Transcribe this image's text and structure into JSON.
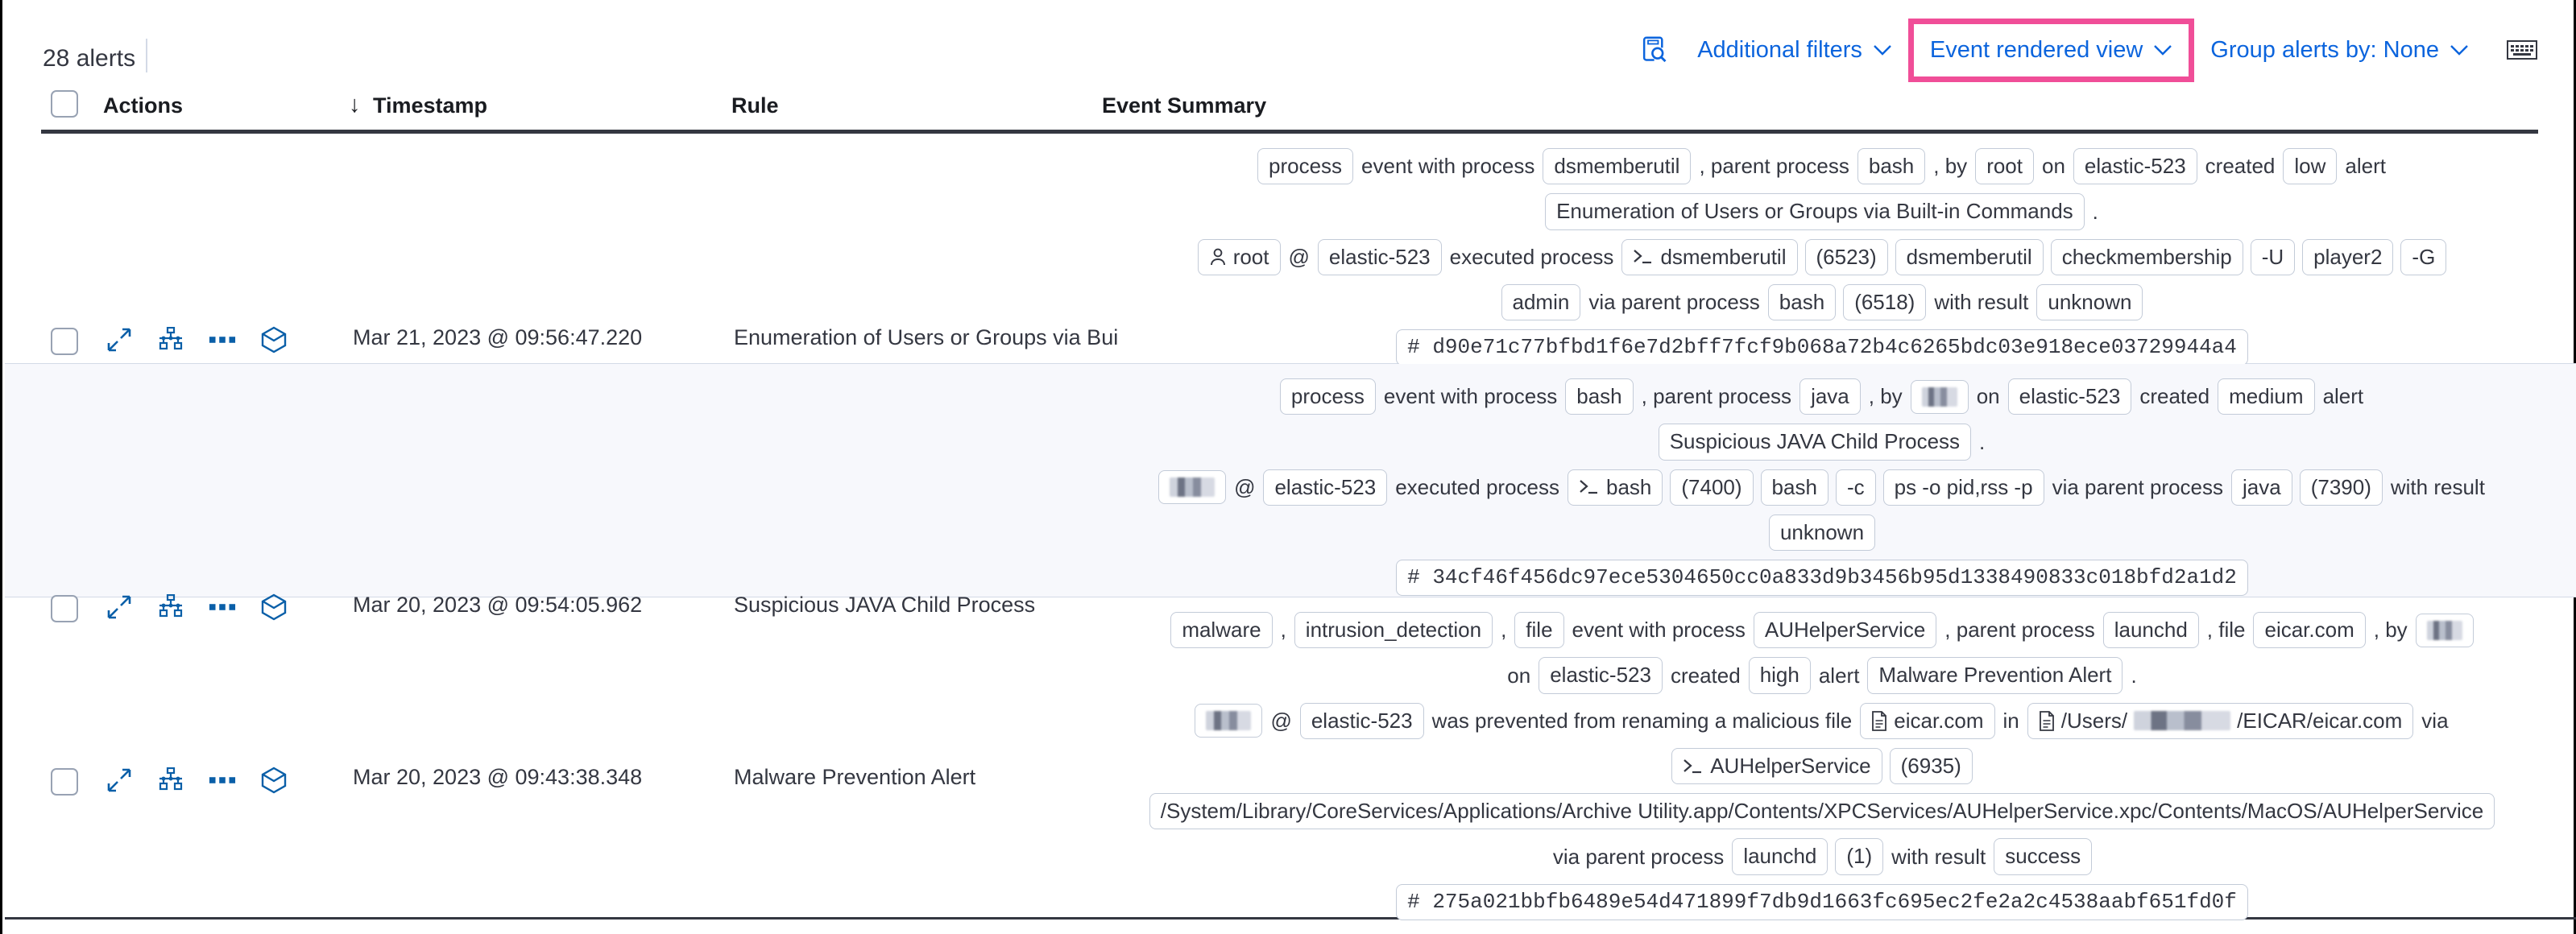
{
  "toolbar": {
    "alert_count": "28 alerts",
    "inspect_icon": "inspect-query-icon",
    "additional_filters": "Additional filters",
    "event_rendered_view": "Event rendered view",
    "group_alerts_by": "Group alerts by: None",
    "keyboard_icon": "keyboard-icon",
    "chevron": "⌄",
    "highlight_color": "#f04e98",
    "link_color": "#0b64dd"
  },
  "table": {
    "columns": {
      "checkbox": "select-all",
      "actions": "Actions",
      "timestamp": "Timestamp",
      "sort_arrow": "↓",
      "rule": "Rule",
      "event_summary": "Event Summary"
    },
    "row_action_icons": [
      "expand-icon",
      "analyze-event-icon",
      "more-actions-icon",
      "session-view-icon"
    ]
  },
  "rows": [
    {
      "timestamp": "Mar 21, 2023 @ 09:56:47.220",
      "rule": "Enumeration of Users or Groups via Bui",
      "lines": [
        [
          {
            "t": "chip",
            "v": "process"
          },
          {
            "t": "txt",
            "v": "event with process"
          },
          {
            "t": "chip",
            "v": "dsmemberutil"
          },
          {
            "t": "txt",
            "v": ", parent process"
          },
          {
            "t": "chip",
            "v": "bash"
          },
          {
            "t": "txt",
            "v": ", by"
          },
          {
            "t": "chip",
            "v": "root"
          },
          {
            "t": "txt",
            "v": "on"
          },
          {
            "t": "chip",
            "v": "elastic-523"
          },
          {
            "t": "txt",
            "v": "created"
          },
          {
            "t": "chip",
            "v": "low"
          },
          {
            "t": "txt",
            "v": "alert"
          }
        ],
        [
          {
            "t": "chip",
            "v": "Enumeration of Users or Groups via Built-in Commands"
          },
          {
            "t": "txt",
            "v": "."
          }
        ],
        [
          {
            "t": "chip",
            "v": "root",
            "icon": "user-icon"
          },
          {
            "t": "txt",
            "v": "@"
          },
          {
            "t": "chip",
            "v": "elastic-523"
          },
          {
            "t": "txt",
            "v": "executed process"
          },
          {
            "t": "chip",
            "v": "dsmemberutil",
            "icon": "console-icon"
          },
          {
            "t": "chip",
            "v": "(6523)"
          },
          {
            "t": "chip",
            "v": "dsmemberutil"
          },
          {
            "t": "chip",
            "v": "checkmembership"
          },
          {
            "t": "chip",
            "v": "-U"
          },
          {
            "t": "chip",
            "v": "player2"
          },
          {
            "t": "chip",
            "v": "-G"
          }
        ],
        [
          {
            "t": "chip",
            "v": "admin"
          },
          {
            "t": "txt",
            "v": "via parent process"
          },
          {
            "t": "chip",
            "v": "bash"
          },
          {
            "t": "chip",
            "v": "(6518)"
          },
          {
            "t": "txt",
            "v": "with result"
          },
          {
            "t": "chip",
            "v": "unknown"
          }
        ],
        [
          {
            "t": "chip",
            "v": "#  d90e71c77bfbd1f6e7d2bff7fcf9b068a72b4c6265bdc03e918ece03729944a4",
            "hash": true
          }
        ]
      ]
    },
    {
      "timestamp": "Mar 20, 2023 @ 09:54:05.962",
      "rule": "Suspicious JAVA Child Process",
      "lines": [
        [
          {
            "t": "chip",
            "v": "process"
          },
          {
            "t": "txt",
            "v": "event with process"
          },
          {
            "t": "chip",
            "v": "bash"
          },
          {
            "t": "txt",
            "v": ", parent process"
          },
          {
            "t": "chip",
            "v": "java"
          },
          {
            "t": "txt",
            "v": ", by"
          },
          {
            "t": "chip",
            "v": "",
            "redact": "w1"
          },
          {
            "t": "txt",
            "v": "on"
          },
          {
            "t": "chip",
            "v": "elastic-523"
          },
          {
            "t": "txt",
            "v": "created"
          },
          {
            "t": "chip",
            "v": "medium"
          },
          {
            "t": "txt",
            "v": "alert"
          }
        ],
        [
          {
            "t": "chip",
            "v": "Suspicious JAVA Child Process"
          },
          {
            "t": "txt",
            "v": "."
          }
        ],
        [
          {
            "t": "chip",
            "v": "",
            "redact": "w2"
          },
          {
            "t": "txt",
            "v": "@"
          },
          {
            "t": "chip",
            "v": "elastic-523"
          },
          {
            "t": "txt",
            "v": "executed process"
          },
          {
            "t": "chip",
            "v": "bash",
            "icon": "console-icon"
          },
          {
            "t": "chip",
            "v": "(7400)"
          },
          {
            "t": "chip",
            "v": "bash"
          },
          {
            "t": "chip",
            "v": "-c"
          },
          {
            "t": "chip",
            "v": "ps -o pid,rss -p"
          },
          {
            "t": "txt",
            "v": "via parent process"
          },
          {
            "t": "chip",
            "v": "java"
          },
          {
            "t": "chip",
            "v": "(7390)"
          },
          {
            "t": "txt",
            "v": "with result"
          }
        ],
        [
          {
            "t": "chip",
            "v": "unknown"
          }
        ],
        [
          {
            "t": "chip",
            "v": "#  34cf46f456dc97ece5304650cc0a833d9b3456b95d1338490833c018bfd2a1d2",
            "hash": true
          }
        ]
      ]
    },
    {
      "timestamp": "Mar 20, 2023 @ 09:43:38.348",
      "rule": "Malware Prevention Alert",
      "lines": [
        [
          {
            "t": "chip",
            "v": "malware"
          },
          {
            "t": "txt",
            "v": ","
          },
          {
            "t": "chip",
            "v": "intrusion_detection"
          },
          {
            "t": "txt",
            "v": ","
          },
          {
            "t": "chip",
            "v": "file"
          },
          {
            "t": "txt",
            "v": "event with process"
          },
          {
            "t": "chip",
            "v": "AUHelperService"
          },
          {
            "t": "txt",
            "v": ", parent process"
          },
          {
            "t": "chip",
            "v": "launchd"
          },
          {
            "t": "txt",
            "v": ", file"
          },
          {
            "t": "chip",
            "v": "eicar.com"
          },
          {
            "t": "txt",
            "v": ", by"
          },
          {
            "t": "chip",
            "v": "",
            "redact": "w1"
          }
        ],
        [
          {
            "t": "txt",
            "v": "on"
          },
          {
            "t": "chip",
            "v": "elastic-523"
          },
          {
            "t": "txt",
            "v": "created"
          },
          {
            "t": "chip",
            "v": "high"
          },
          {
            "t": "txt",
            "v": "alert"
          },
          {
            "t": "chip",
            "v": "Malware Prevention Alert"
          },
          {
            "t": "txt",
            "v": "."
          }
        ],
        [
          {
            "t": "chip",
            "v": "",
            "redact": "w2"
          },
          {
            "t": "txt",
            "v": "@"
          },
          {
            "t": "chip",
            "v": "elastic-523"
          },
          {
            "t": "txt",
            "v": "was prevented from renaming a malicious file"
          },
          {
            "t": "chip",
            "v": "eicar.com",
            "icon": "file-icon"
          },
          {
            "t": "txt",
            "v": "in"
          },
          {
            "t": "chip",
            "v": "/Users/",
            "icon": "file-icon",
            "suffix": "/EICAR/eicar.com",
            "redact": "w3"
          },
          {
            "t": "txt",
            "v": "via"
          }
        ],
        [
          {
            "t": "chip",
            "v": "AUHelperService",
            "icon": "console-icon"
          },
          {
            "t": "chip",
            "v": "(6935)"
          }
        ],
        [
          {
            "t": "chip",
            "v": "/System/Library/CoreServices/Applications/Archive Utility.app/Contents/XPCServices/AUHelperService.xpc/Contents/MacOS/AUHelperService"
          }
        ],
        [
          {
            "t": "txt",
            "v": "via parent process"
          },
          {
            "t": "chip",
            "v": "launchd"
          },
          {
            "t": "chip",
            "v": "(1)"
          },
          {
            "t": "txt",
            "v": "with result"
          },
          {
            "t": "chip",
            "v": "success"
          }
        ],
        [
          {
            "t": "chip",
            "v": "#  275a021bbfb6489e54d471899f7db9d1663fc695ec2fe2a2c4538aabf651fd0f",
            "hash": true
          }
        ]
      ]
    }
  ]
}
